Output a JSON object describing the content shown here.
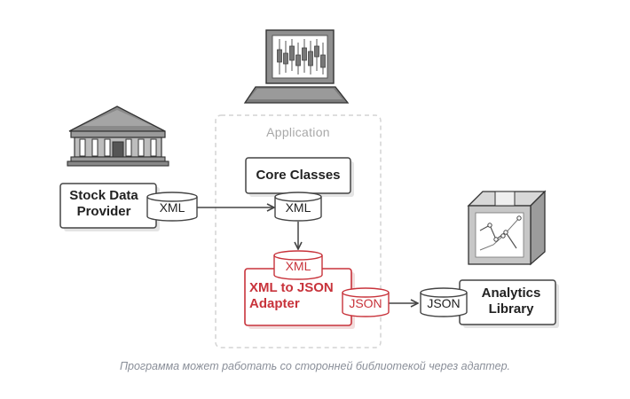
{
  "app_label": "Application",
  "nodes": {
    "stock": {
      "line1": "Stock Data",
      "line2": "Provider"
    },
    "core": {
      "title": "Core Classes"
    },
    "adapter": {
      "line1": "XML to JSON",
      "line2": "Adapter"
    },
    "analytics": {
      "line1": "Analytics",
      "line2": "Library"
    }
  },
  "cylinders": {
    "stock_out": "XML",
    "core_out": "XML",
    "adapter_in": "XML",
    "adapter_out": "JSON",
    "analytics_in": "JSON"
  },
  "caption": "Программа может работать со сторонней библиотекой через адаптер.",
  "colors": {
    "accent": "#c8333b",
    "line": "#444444",
    "dashed": "#d6d6d6",
    "box_fill": "#ffffff",
    "shadow": "#e2e2e2"
  }
}
